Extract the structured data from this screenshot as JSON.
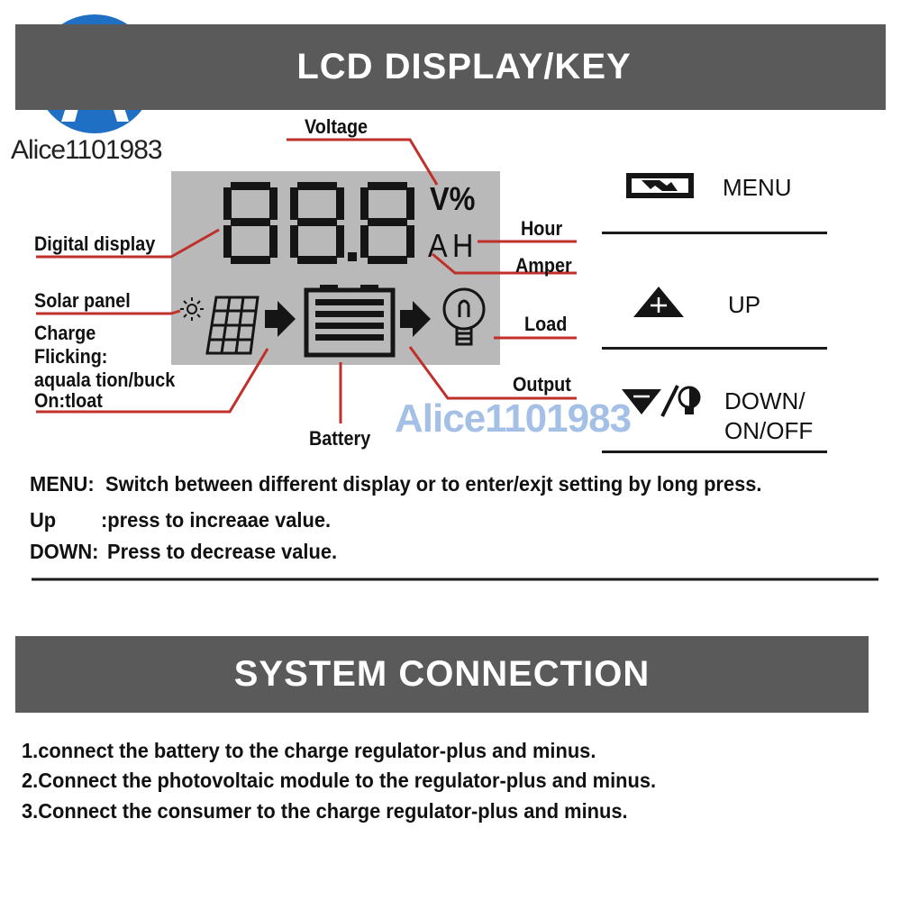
{
  "watermark": {
    "logo_text": "Alice1101983",
    "overlay_text": "Alice1101983",
    "logo_color": "#1f6fc4"
  },
  "lcd_section": {
    "title": "LCD DISPLAY/KEY",
    "display": {
      "digits": "88.8",
      "units_top": "V%",
      "units_bottom": "AH"
    },
    "labels": {
      "voltage": "Voltage",
      "digital_display": "Digital display",
      "hour": "Hour",
      "amper": "Amper",
      "solar_panel": "Solar panel",
      "charge": "Charge",
      "flicking": "Flicking:",
      "aquala": "aquala tion/buck",
      "on_tloat": "On:tloat",
      "load": "Load",
      "output": "Output",
      "battery": "Battery"
    },
    "keys": [
      {
        "icon": "battery-menu-icon",
        "label": "MENU"
      },
      {
        "icon": "plus-triangle-icon",
        "label": "UP"
      },
      {
        "icon": "minus-bulb-icon",
        "label_line1": "DOWN/",
        "label_line2": "ON/OFF"
      }
    ],
    "descriptions": {
      "menu_key": "MENU:",
      "menu_text": "Switch between different display or to enter/exjt setting by long press.",
      "up_key": "Up",
      "up_text": ":press to increaae value.",
      "down_key": "DOWN:",
      "down_text": "Press to decrease value."
    },
    "annotation_color": "#c0302b"
  },
  "system_section": {
    "title": "SYSTEM CONNECTION",
    "steps": [
      "1.connect the battery to the charge regulator-plus and minus.",
      "2.Connect the photovoltaic module to the regulator-plus and minus.",
      "3.Connect the consumer to the charge regulator-plus and minus."
    ]
  }
}
